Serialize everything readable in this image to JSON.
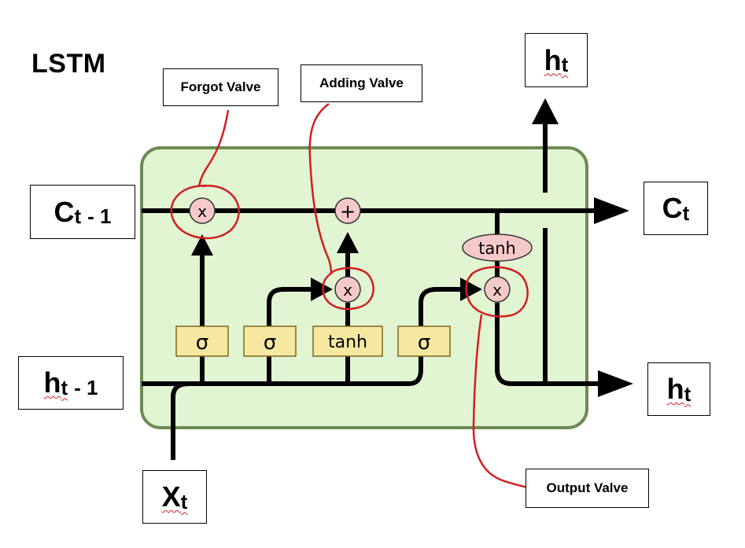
{
  "title": "LSTM",
  "callouts": {
    "forgot": "Forgot Valve",
    "adding": "Adding Valve",
    "output": "Output Valve"
  },
  "vars": {
    "c_prev": {
      "main": "C",
      "sub": "t",
      "suffix": "- 1"
    },
    "c_next": {
      "main": "C",
      "sub": "t"
    },
    "h_prev": {
      "main": "h",
      "sub": "t",
      "suffix": "- 1"
    },
    "h_right": {
      "main": "h",
      "sub": "t"
    },
    "h_top": {
      "main": "h",
      "sub": "t"
    },
    "x": {
      "main": "X",
      "sub": "t"
    }
  },
  "cell": {
    "gates": {
      "sigma1": "σ",
      "sigma2": "σ",
      "tanh_gate": "tanh",
      "sigma3": "σ"
    },
    "ops": {
      "mult_forget": "x",
      "add": "+",
      "mult_input": "x",
      "mult_output": "x"
    },
    "tanh_oval": "tanh"
  },
  "colors": {
    "cell_fill": "#e2f5d2",
    "cell_border": "#6e8b55",
    "gate_fill": "#f6e7a1",
    "gate_border": "#7a6a1d",
    "op_fill": "#f6c9c9",
    "annotation_red": "#d21f1f",
    "line": "#000000"
  }
}
